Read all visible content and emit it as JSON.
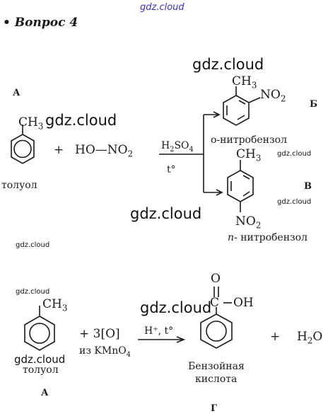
{
  "watermark": "gdz.cloud",
  "question": "• Вопрос 4",
  "labels": {
    "a": "А",
    "b": "Б",
    "v": "В",
    "g": "Г"
  },
  "reaction1": {
    "reagent_ch3": "CH",
    "reagent_ch3_sub": "3",
    "toluene_name": "толуол",
    "plus": "+",
    "nitric_acid_ho": "HO",
    "nitric_acid_no": "NO",
    "nitric_acid_sub": "2",
    "catalyst": "H",
    "catalyst_sub1": "2",
    "catalyst_so": "SO",
    "catalyst_sub2": "4",
    "condition": "t°",
    "product_ortho_ch3": "CH",
    "product_ortho_ch3_sub": "3",
    "product_ortho_no2": "NO",
    "product_ortho_no2_sub": "2",
    "product_ortho_name": "о-нитробензол",
    "product_para_ch3": "CH",
    "product_para_ch3_sub": "3",
    "product_para_no2": "NO",
    "product_para_no2_sub": "2",
    "product_para_prefix": "п-",
    "product_para_name": "нитробензол"
  },
  "reaction2": {
    "reagent_ch3": "CH",
    "reagent_ch3_sub": "3",
    "toluene_name": "толуол",
    "oxidant": "+ 3[O]",
    "oxidant_source": "из KMnO",
    "oxidant_source_sub": "4",
    "condition": "H⁺, t°",
    "acid_o": "O",
    "acid_oh": "OH",
    "acid_c": "C",
    "acid_name_1": "Бензойная",
    "acid_name_2": "кислота",
    "plus": "+",
    "water": "H",
    "water_sub": "2",
    "water_o": "O"
  }
}
